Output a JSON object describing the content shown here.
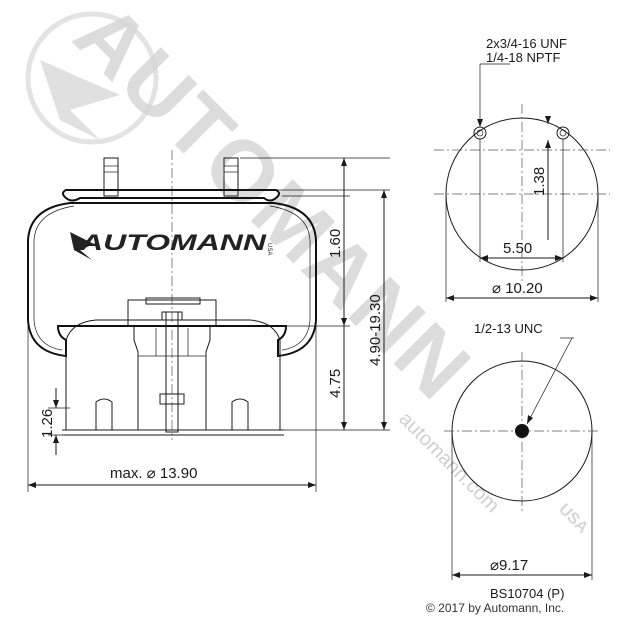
{
  "watermark": {
    "brand": "AUTOMANN",
    "url": "automann.com",
    "trademark": "USA"
  },
  "logo": {
    "text": "AUTOMANN",
    "mark": "USA"
  },
  "dimensions": {
    "height_top": "1.60",
    "height_range": "4.90-19.30",
    "height_piston": "4.75",
    "height_base": "1.26",
    "max_diameter": "max. ⌀ 13.90",
    "top_stud_spacing": "5.50",
    "top_stud_offset": "1.38",
    "top_diameter": "⌀ 10.20",
    "bottom_diameter": "⌀9.17"
  },
  "callouts": {
    "top_thread_1": "2x3/4-16 UNF",
    "top_thread_2": "1/4-18 NPTF",
    "bottom_thread": "1/2-13 UNC"
  },
  "footer": {
    "part_number": "BS10704 (P)",
    "copyright": "© 2017 by Automann, Inc."
  }
}
